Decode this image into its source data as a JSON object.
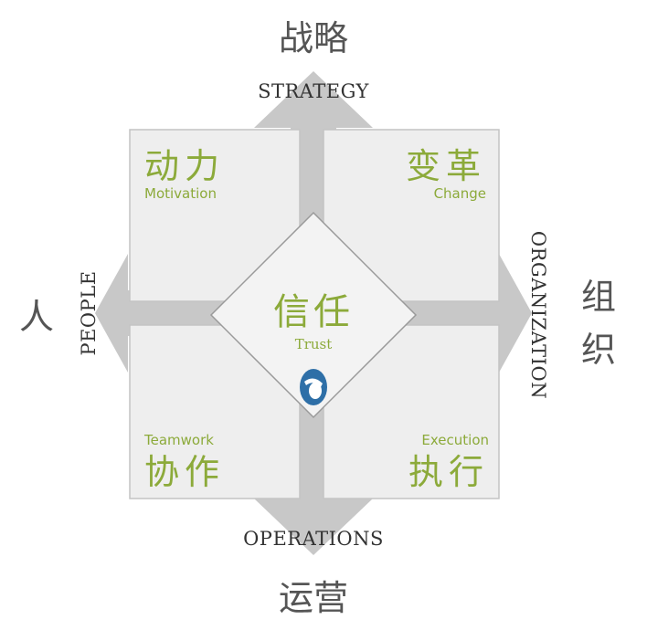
{
  "outer_labels": {
    "top": "战略",
    "bottom": "运营",
    "left": "人",
    "right": "组织"
  },
  "axis_labels": {
    "top": "STRATEGY",
    "bottom": "OPERATIONS",
    "left": "PEOPLE",
    "right": "ORGANIZATION"
  },
  "quadrants": {
    "top_left": {
      "cn": "动力",
      "en": "Motivation"
    },
    "top_right": {
      "cn": "变革",
      "en": "Change"
    },
    "bottom_left": {
      "cn": "协作",
      "en": "Teamwork"
    },
    "bottom_right": {
      "cn": "执行",
      "en": "Execution"
    }
  },
  "center": {
    "cn": "信任",
    "en": "Trust"
  },
  "colors": {
    "accent_green": "#8caa3a",
    "logo_blue": "#2e6fa7",
    "panel_fill": "#eeeeee",
    "cross_fill": "#c8c8c8",
    "text_dark": "#333333"
  },
  "icons": {
    "center_logo": "blue-swirl-logo-icon"
  }
}
